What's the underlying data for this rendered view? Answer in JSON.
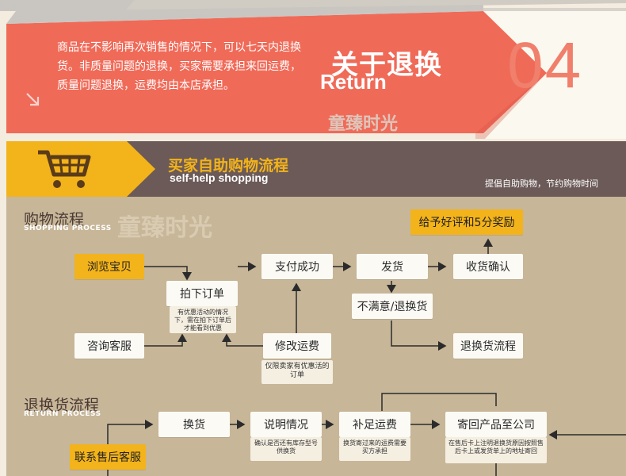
{
  "top_banner": {
    "description": "商品在不影响再次销售的情况下，可以七天内退换货。非质量问题的退换，买家需要承担来回运费，质量问题退换，运费均由本店承担。",
    "title_cn": "关于退换",
    "title_en": "Return",
    "number": "04",
    "watermark": "童臻时光"
  },
  "section_header": {
    "title_cn": "买家自助购物流程",
    "title_en": "self-help shopping",
    "slogan": "提倡自助购物，节约购物时间",
    "icon": "shopping-cart-icon"
  },
  "shopping_process": {
    "title_cn": "购物流程",
    "title_en": "SHOPPING PROCESS",
    "nodes": {
      "browse": "浏览宝贝",
      "order": "拍下订单",
      "order_note": "有优惠活动的情况下，需在拍下订单后才能看到优惠",
      "consult": "咨询客服",
      "paid": "支付成功",
      "modify_fee": "修改运费",
      "modify_note": "仅限卖家有优惠活的订单",
      "ship": "发货",
      "confirm": "收货确认",
      "reward": "给予好评和5分奖励",
      "unsatisfied": "不满意/退换货",
      "return_flow": "退换货流程"
    }
  },
  "return_process": {
    "title_cn": "退换货流程",
    "title_en": "RETURN PROCESS",
    "nodes": {
      "contact": "联系售后客服",
      "exchange": "换货",
      "explain": "说明情况",
      "explain_note": "确认是否还有库存型号供换货",
      "add_fee": "补足运费",
      "add_fee_note": "换货寄过来的运费需要买方承担",
      "send_back": "寄回产品至公司",
      "send_back_note": "在售后卡上注明退换货原因按照售后卡上或发货单上的地址寄回"
    }
  },
  "colors": {
    "coral": "#f06a58",
    "yellow": "#f3b31a",
    "dark_band": "#6b5a57",
    "tan": "#c7b698"
  }
}
